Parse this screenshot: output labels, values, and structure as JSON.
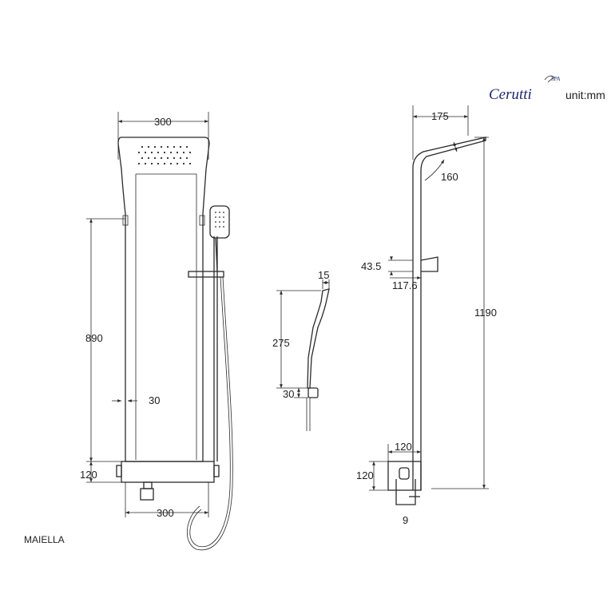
{
  "brand": {
    "name": "Cerutti",
    "suffix": "SPA"
  },
  "unit_label": "unit:mm",
  "model_name": "MAIELLA",
  "front_view": {
    "top_width": "300",
    "height": "890",
    "offset": "30",
    "mixer_height": "120",
    "bottom_width": "300"
  },
  "hand_shower_view": {
    "head_depth": "15",
    "length": "275",
    "holder_height": "30"
  },
  "side_view": {
    "head_reach": "175",
    "head_angle": "160",
    "shelf_height": "43.5",
    "shelf_reach": "117.6",
    "total_height": "1190",
    "mixer_depth": "120",
    "mixer_height": "120",
    "spout_offset": "9"
  }
}
